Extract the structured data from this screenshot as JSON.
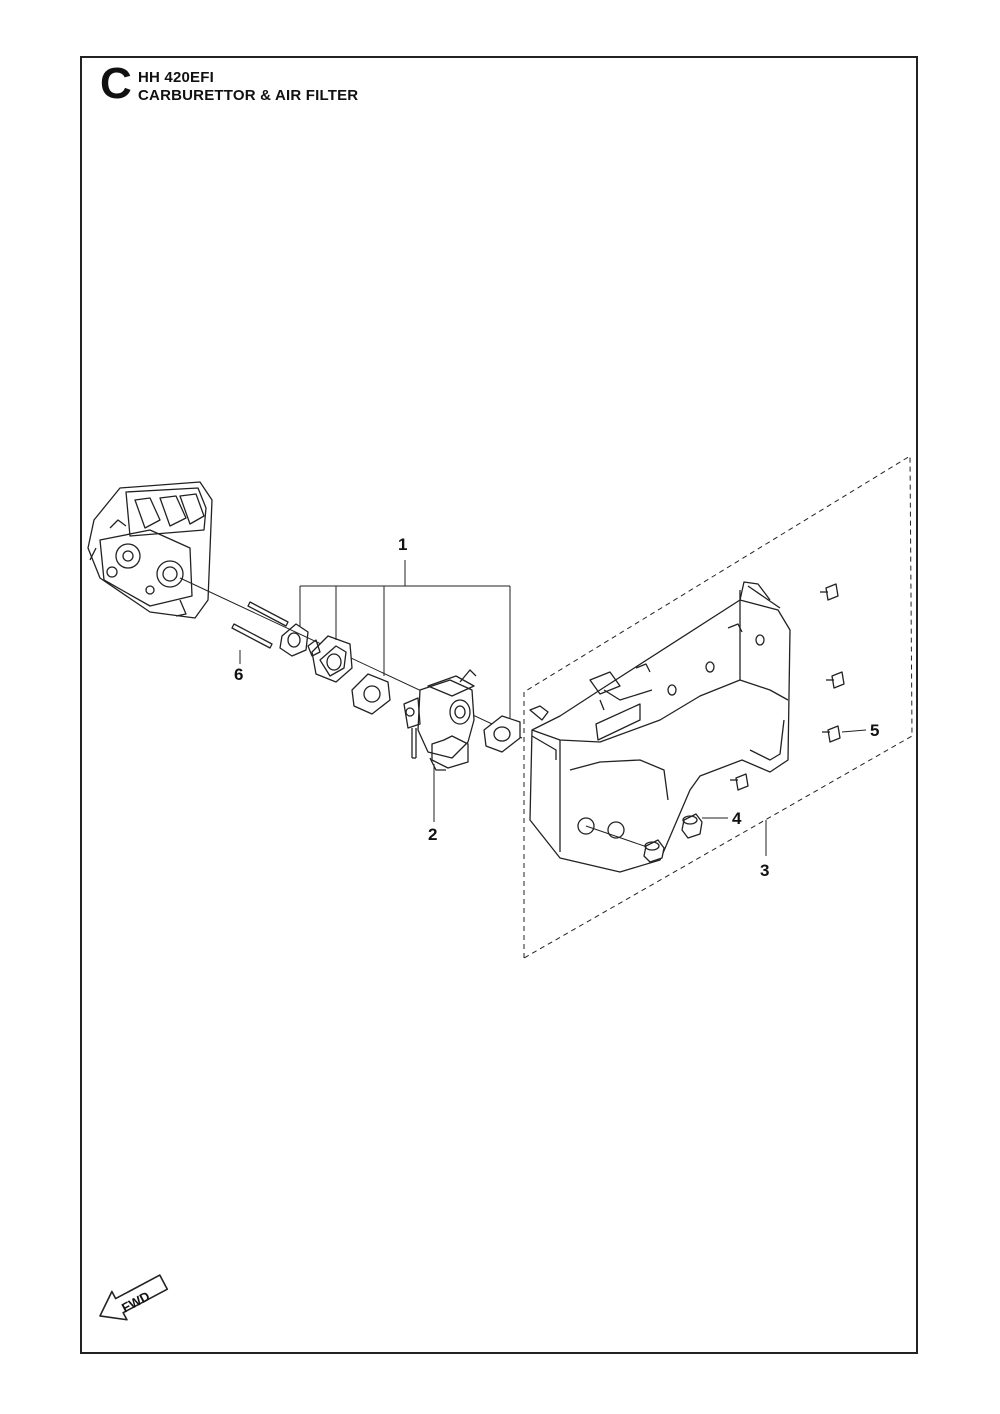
{
  "header": {
    "section_letter": "C",
    "model": "HH 420EFI",
    "title": "CARBURETTOR & AIR FILTER"
  },
  "callouts": [
    "1",
    "2",
    "3",
    "4",
    "5",
    "6"
  ],
  "direction": {
    "label": "FWD",
    "icon": "fwd-arrow-icon"
  }
}
